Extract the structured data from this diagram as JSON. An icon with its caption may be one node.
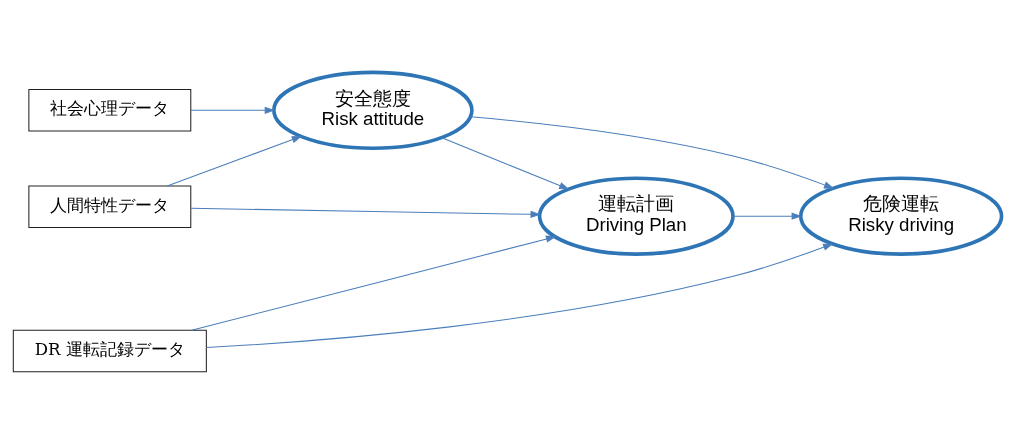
{
  "diagram": {
    "nodes": [
      {
        "text": [
          "社会心理データ"
        ]
      },
      {
        "text": [
          "安全態度",
          "Risk attitude"
        ]
      },
      {
        "text": [
          "危険運転",
          "Risky driving"
        ]
      },
      {
        "text": [
          "人間特性データ"
        ]
      },
      {
        "text": [
          "運転計画",
          "Driving Plan"
        ]
      },
      {
        "text": [
          "DR 運転記録データ"
        ]
      }
    ],
    "edges": [
      {
        "from": 0,
        "to": 1,
        "arrow": "to"
      },
      {
        "from": 3,
        "to": 1,
        "arrow": "to"
      },
      {
        "from": 3,
        "to": 4,
        "arrow": "to"
      },
      {
        "from": 1,
        "to": 4,
        "arrow": "to"
      },
      {
        "from": 1,
        "to": 2,
        "arrow": "to"
      },
      {
        "from": 4,
        "to": 2,
        "arrow": "to"
      },
      {
        "from": 5,
        "to": 4,
        "arrow": "to"
      },
      {
        "from": 5,
        "to": 2,
        "arrow": "to"
      }
    ]
  }
}
